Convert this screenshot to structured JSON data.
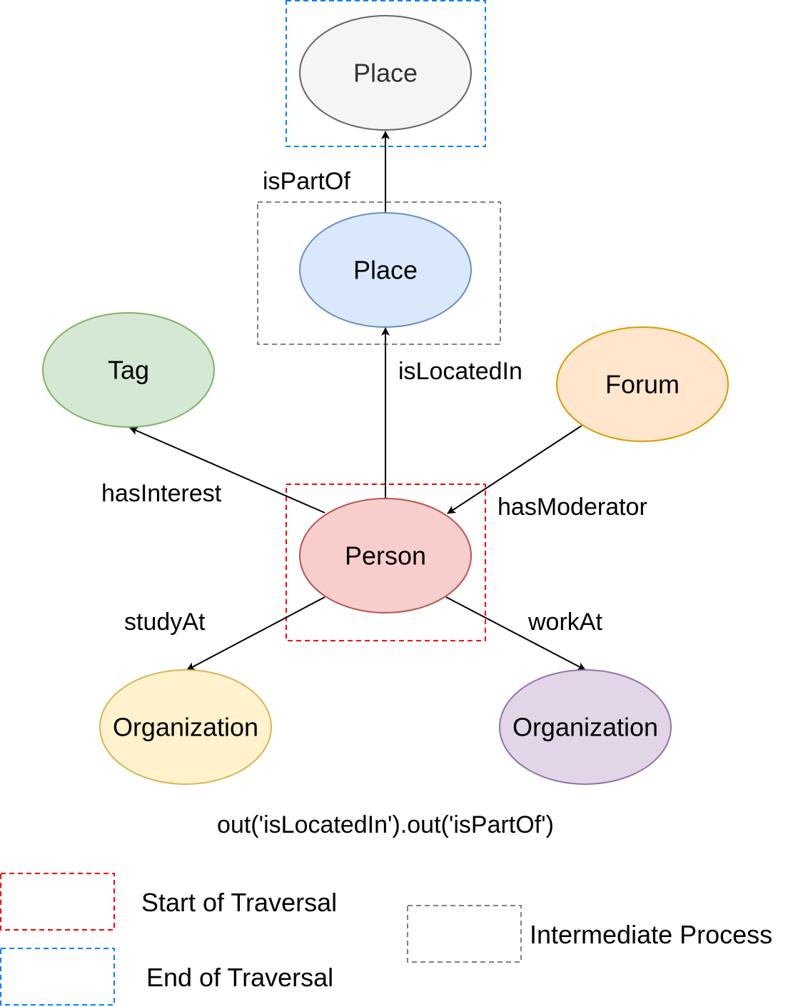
{
  "nodes": {
    "place_end": {
      "label": "Place",
      "fill": "#f5f5f5",
      "stroke": "#666666",
      "text_color": "#333333"
    },
    "place_mid": {
      "label": "Place",
      "fill": "#dae8fc",
      "stroke": "#6c8ebf",
      "text_color": "#000000"
    },
    "tag": {
      "label": "Tag",
      "fill": "#d5e8d4",
      "stroke": "#82b366",
      "text_color": "#000000"
    },
    "forum": {
      "label": "Forum",
      "fill": "#ffe6cc",
      "stroke": "#d79b00",
      "text_color": "#000000"
    },
    "person": {
      "label": "Person",
      "fill": "#f8cecc",
      "stroke": "#b85450",
      "text_color": "#000000"
    },
    "org_study": {
      "label": "Organization",
      "fill": "#fff2cc",
      "stroke": "#d6b656",
      "text_color": "#000000"
    },
    "org_work": {
      "label": "Organization",
      "fill": "#e1d5e7",
      "stroke": "#9673a6",
      "text_color": "#000000"
    }
  },
  "edges": [
    {
      "from": "place_mid",
      "to": "place_end",
      "label": "isPartOf"
    },
    {
      "from": "person",
      "to": "place_mid",
      "label": "isLocatedIn"
    },
    {
      "from": "person",
      "to": "tag",
      "label": "hasInterest"
    },
    {
      "from": "forum",
      "to": "person",
      "label": "hasModerator"
    },
    {
      "from": "person",
      "to": "org_study",
      "label": "studyAt"
    },
    {
      "from": "person",
      "to": "org_work",
      "label": "workAt"
    }
  ],
  "edge_labels": {
    "isPartOf": "isPartOf",
    "isLocatedIn": "isLocatedIn",
    "hasInterest": "hasInterest",
    "hasModerator": "hasModerator",
    "studyAt": "studyAt",
    "workAt": "workAt"
  },
  "query": "out('isLocatedIn').out('isPartOf')",
  "highlight_colors": {
    "start": "#ff0000",
    "end": "#007fff",
    "intermediate": "#808080"
  },
  "legend": {
    "start": "Start of Traversal",
    "end": "End of Traversal",
    "intermediate": "Intermediate Process"
  }
}
